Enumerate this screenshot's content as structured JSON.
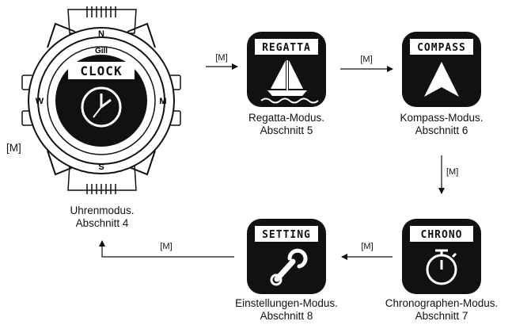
{
  "watch": {
    "brand": "Gill",
    "screen_title": "CLOCK",
    "bezel_top": "N",
    "bezel_right": "M",
    "bezel_bottom": "S",
    "bezel_left": "W"
  },
  "modes": {
    "regatta": {
      "screen_title": "REGATTA",
      "caption_line1": "Regatta-Modus.",
      "caption_line2": "Abschnitt 5"
    },
    "compass": {
      "screen_title": "COMPASS",
      "caption_line1": "Kompass-Modus.",
      "caption_line2": "Abschnitt 6"
    },
    "chrono": {
      "screen_title": "CHRONO",
      "caption_line1": "Chronographen-Modus.",
      "caption_line2": "Abschnitt 7"
    },
    "setting": {
      "screen_title": "SETTING",
      "caption_line1": "Einstellungen-Modus.",
      "caption_line2": "Abschnitt 8"
    },
    "clock": {
      "caption_line1": "Uhrenmodus.",
      "caption_line2": "Abschnitt 4"
    }
  },
  "arrows": {
    "clock_to_regatta": "[M]",
    "regatta_to_compass": "[M]",
    "compass_to_chrono": "[M]",
    "chrono_to_setting": "[M]",
    "setting_to_clock": "[M]",
    "watch_button_label": "[M]"
  }
}
